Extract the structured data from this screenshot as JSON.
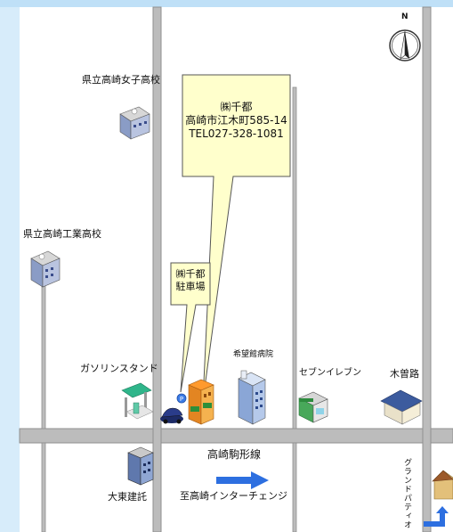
{
  "map": {
    "compass_label": "N",
    "main_callout": {
      "lines": [
        "㈱千都",
        "高崎市江木町585-14",
        "TEL027-328-1081"
      ]
    },
    "parking_callout": {
      "lines": [
        "㈱千都",
        "駐車場"
      ]
    },
    "labels": {
      "girls_high": "県立高崎女子高校",
      "tech_high": "県立高崎工業高校",
      "gas_station": "ガソリンスタンド",
      "hospital": "希望館病院",
      "seven_eleven": "セブンイレブン",
      "kisoji": "木曽路",
      "road_name": "高崎駒形線",
      "daito": "大東建託",
      "direction_ic": "至高崎インターチェンジ",
      "grand_fantasia": "グランドパティオ"
    },
    "colors": {
      "frame_blue": "#bfe0f7",
      "road_gray": "#bcbcbc",
      "road_edge": "#8f8f8f",
      "callout_fill": "#ffffcc",
      "arrow_blue": "#2d6fe0"
    }
  }
}
